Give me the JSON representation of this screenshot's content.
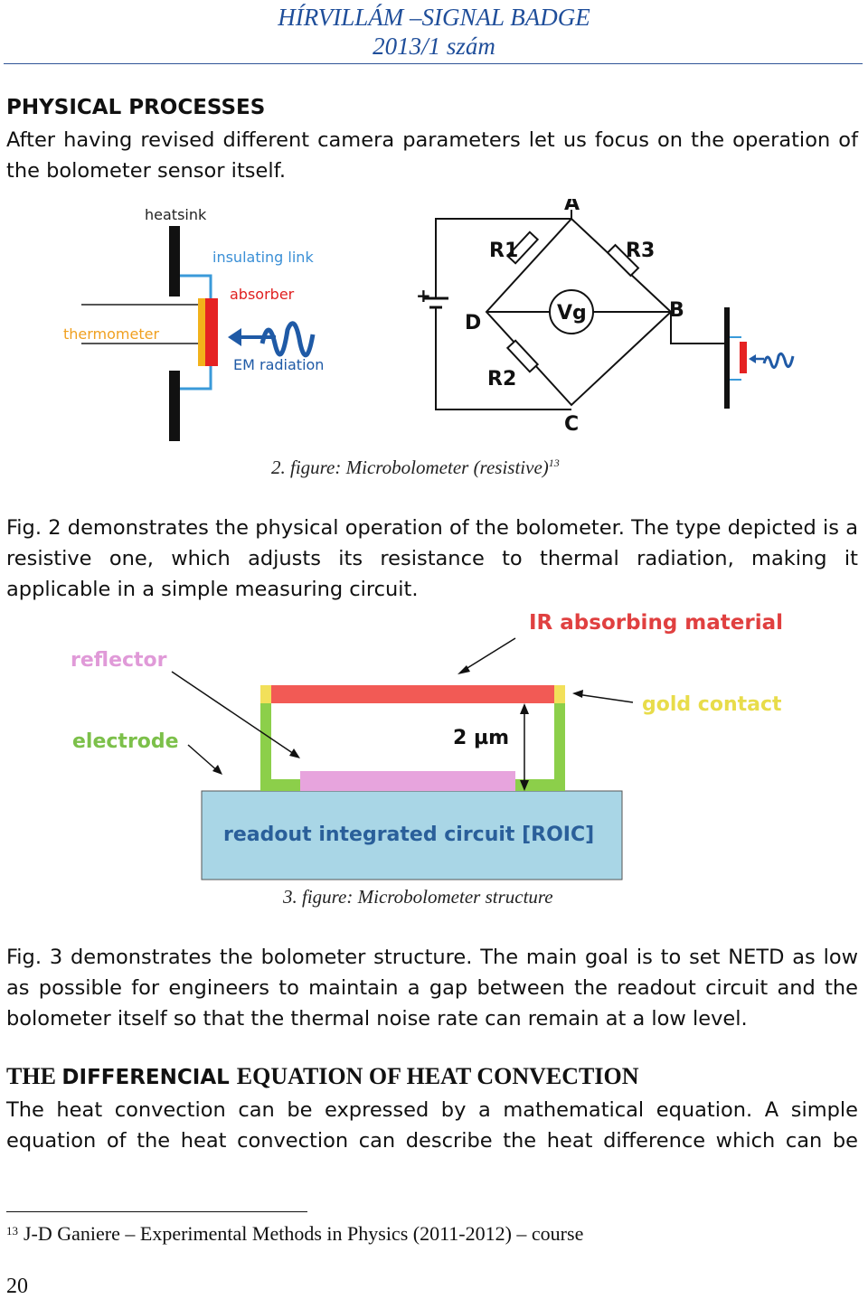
{
  "header": {
    "line1": "HÍRVILLÁM –SIGNAL BADGE",
    "line2": "2013/1 szám"
  },
  "section1": {
    "title": "PHYSICAL PROCESSES",
    "para": "After having revised different camera parameters let us focus on the operation of the bolometer sensor itself."
  },
  "figure2": {
    "labels": {
      "heatsink": "heatsink",
      "insulating_link": "insulating link",
      "absorber": "absorber",
      "thermometer": "thermometer",
      "em_radiation": "EM radiation",
      "a": "A",
      "b": "B",
      "c": "C",
      "d": "D",
      "r1": "R1",
      "r2": "R2",
      "r3": "R3",
      "vg": "Vg",
      "plus": "+"
    },
    "caption": "2. figure: Microbolometer (resistive)",
    "caption_ref": "13"
  },
  "para2": "Fig. 2 demonstrates the physical operation of the bolometer. The type depicted is a resistive one, which adjusts its resistance to thermal radiation, making it applicable in a simple measuring circuit.",
  "figure3": {
    "labels": {
      "ir_absorbing": "IR absorbing material",
      "reflector": "reflector",
      "gold_contact": "gold contact",
      "electrode": "electrode",
      "gap": "2 µm",
      "roic": "readout integrated circuit  [ROIC]"
    },
    "caption": "3. figure: Microbolometer structure"
  },
  "para3": "Fig. 3 demonstrates the bolometer structure. The main goal is to set NETD as low as possible for engineers to maintain a gap between the readout circuit and the bolometer itself so that the thermal noise rate can remain at a low level.",
  "section2": {
    "title_part1": "THE ",
    "title_part2": "DIFFERENCIAL ",
    "title_part3": "EQUATION OF HEAT CONVECTION",
    "para": "The heat convection can be expressed by a mathematical equation. A simple equation of the heat convection can describe the heat difference which can be"
  },
  "footnote": {
    "num": "13",
    "text": "J-D Ganiere – Experimental Methods in Physics (2011-2012) – course"
  },
  "page_number": "20",
  "colors": {
    "header_blue": "#1f4e9a",
    "label_blue": "#3a8fd6",
    "label_red": "#e02020",
    "label_orange": "#f0a020",
    "green": "#8ccf4a",
    "roic_blue": "#a9d6e6"
  }
}
